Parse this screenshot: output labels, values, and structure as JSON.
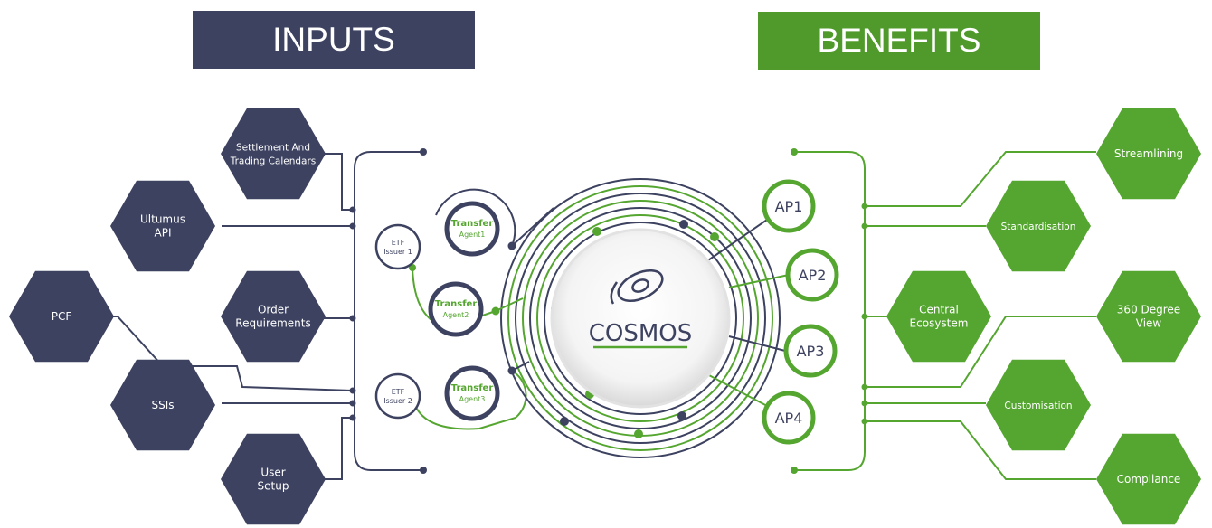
{
  "headers": {
    "inputs": "INPUTS",
    "benefits": "BENEFITS"
  },
  "colors": {
    "navy": "#3d4260",
    "green": "#55a630",
    "white": "#ffffff"
  },
  "inputs": [
    {
      "id": "settlement",
      "lines": [
        "Settlement And",
        "Trading Calendars"
      ]
    },
    {
      "id": "ultumus-api",
      "lines": [
        "Ultumus",
        "API"
      ]
    },
    {
      "id": "order-requirements",
      "lines": [
        "Order",
        "Requirements"
      ]
    },
    {
      "id": "pcf",
      "lines": [
        "PCF"
      ]
    },
    {
      "id": "ssis",
      "lines": [
        "SSIs"
      ]
    },
    {
      "id": "user-setup",
      "lines": [
        "User",
        "Setup"
      ]
    }
  ],
  "benefits": [
    {
      "id": "streamlining",
      "lines": [
        "Streamlining"
      ]
    },
    {
      "id": "standardisation",
      "lines": [
        "Standardisation"
      ]
    },
    {
      "id": "central-ecosystem",
      "lines": [
        "Central",
        "Ecosystem"
      ]
    },
    {
      "id": "360-degree-view",
      "lines": [
        "360 Degree",
        "View"
      ]
    },
    {
      "id": "customisation",
      "lines": [
        "Customisation"
      ]
    },
    {
      "id": "compliance",
      "lines": [
        "Compliance"
      ]
    }
  ],
  "etf_issuers": [
    {
      "id": "etf-issuer-1",
      "lines": [
        "ETF",
        "Issuer 1"
      ]
    },
    {
      "id": "etf-issuer-2",
      "lines": [
        "ETF",
        "Issuer 2"
      ]
    }
  ],
  "transfer_agents": [
    {
      "id": "transfer-agent-1",
      "title": "Transfer",
      "sub": "Agent1"
    },
    {
      "id": "transfer-agent-2",
      "title": "Transfer",
      "sub": "Agent2"
    },
    {
      "id": "transfer-agent-3",
      "title": "Transfer",
      "sub": "Agent3"
    }
  ],
  "aps": [
    {
      "id": "ap1",
      "label": "AP1"
    },
    {
      "id": "ap2",
      "label": "AP2"
    },
    {
      "id": "ap3",
      "label": "AP3"
    },
    {
      "id": "ap4",
      "label": "AP4"
    }
  ],
  "center": {
    "label": "COSMOS"
  }
}
